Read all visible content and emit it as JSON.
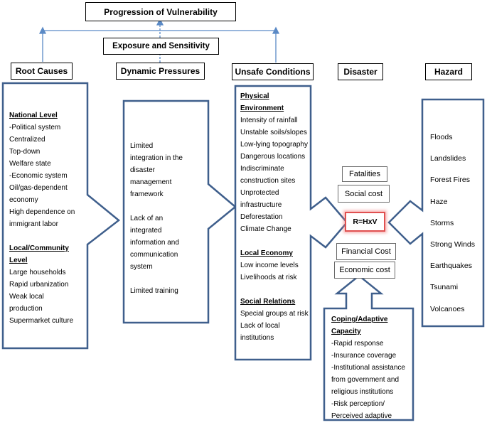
{
  "headers": {
    "progression": "Progression of Vulnerability",
    "exposure": "Exposure and Sensitivity",
    "root_causes": "Root Causes",
    "dynamic_pressures": "Dynamic Pressures",
    "unsafe_conditions": "Unsafe Conditions",
    "disaster": "Disaster",
    "hazard": "Hazard"
  },
  "root_causes": {
    "national_title": "National Level",
    "national_items": [
      "-Political system",
      "Centralized",
      "Top-down",
      "Welfare state",
      "-Economic system",
      "Oil/gas-dependent",
      "economy",
      "High dependence on",
      "immigrant labor"
    ],
    "local_title_1": "Local/Community",
    "local_title_2": "Level",
    "local_items": [
      "Large households",
      "Rapid urbanization",
      "Weak local",
      "production",
      "Supermarket culture"
    ]
  },
  "dynamic_pressures": {
    "items": [
      "Limited",
      "integration in the",
      "disaster",
      "management",
      "framework",
      "",
      "Lack of an",
      "integrated",
      "information and",
      "communication",
      "system",
      "",
      "Limited training"
    ]
  },
  "unsafe_conditions": {
    "physical_title_1": "Physical",
    "physical_title_2": "Environment",
    "physical_items": [
      "Intensity of rainfall",
      "Unstable soils/slopes",
      "Low-lying topography",
      "Dangerous locations",
      "Indiscriminate",
      "construction sites",
      "Unprotected",
      "infrastructure",
      "Deforestation",
      "Climate Change"
    ],
    "economy_title": "Local Economy",
    "economy_items": [
      "Low income levels",
      "Livelihoods at risk"
    ],
    "social_title": "Social Relations",
    "social_items": [
      "Special groups at risk",
      "Lack of local",
      "institutions"
    ]
  },
  "disaster": {
    "fatalities": "Fatalities",
    "social_cost": "Social cost",
    "formula": "R=HxV",
    "financial_cost": "Financial Cost",
    "economic_cost": "Economic cost"
  },
  "coping": {
    "title_1": "Coping/Adaptive",
    "title_2": "Capacity",
    "items": [
      "-Rapid response",
      "-Insurance coverage",
      "-Institutional assistance",
      "from government and",
      "religious institutions",
      "-Risk perception/",
      "Perceived adaptive"
    ]
  },
  "hazard": {
    "items": [
      "Floods",
      "Landslides",
      "Forest Fires",
      "Haze",
      "Storms",
      "Strong Winds",
      "Earthquakes",
      "Tsunami",
      "Volcanoes"
    ]
  },
  "colors": {
    "arrow_stroke": "#3f5f8c",
    "connector": "#5b8ac6",
    "formula_border": "#e05050"
  }
}
